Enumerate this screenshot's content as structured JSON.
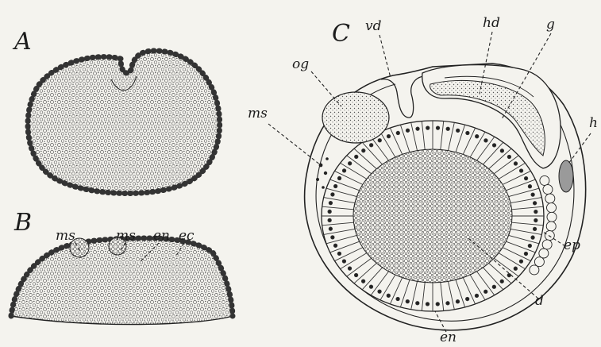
{
  "figure": {
    "panel_a": {
      "label": "A"
    },
    "panel_b": {
      "label": "B",
      "labels": {
        "ms_left": "ms",
        "ms_right": "ms",
        "en": "en",
        "ec": "ec"
      }
    },
    "panel_c": {
      "label": "C",
      "labels": {
        "vd": "vd",
        "hd": "hd",
        "g": "g",
        "og": "og",
        "ms": "ms",
        "h": "h",
        "ep": "ep",
        "d": "d",
        "en": "en"
      }
    }
  },
  "colors": {
    "ink": "#222222",
    "paper": "#f4f3ee",
    "shade": "#9a9a9a"
  }
}
